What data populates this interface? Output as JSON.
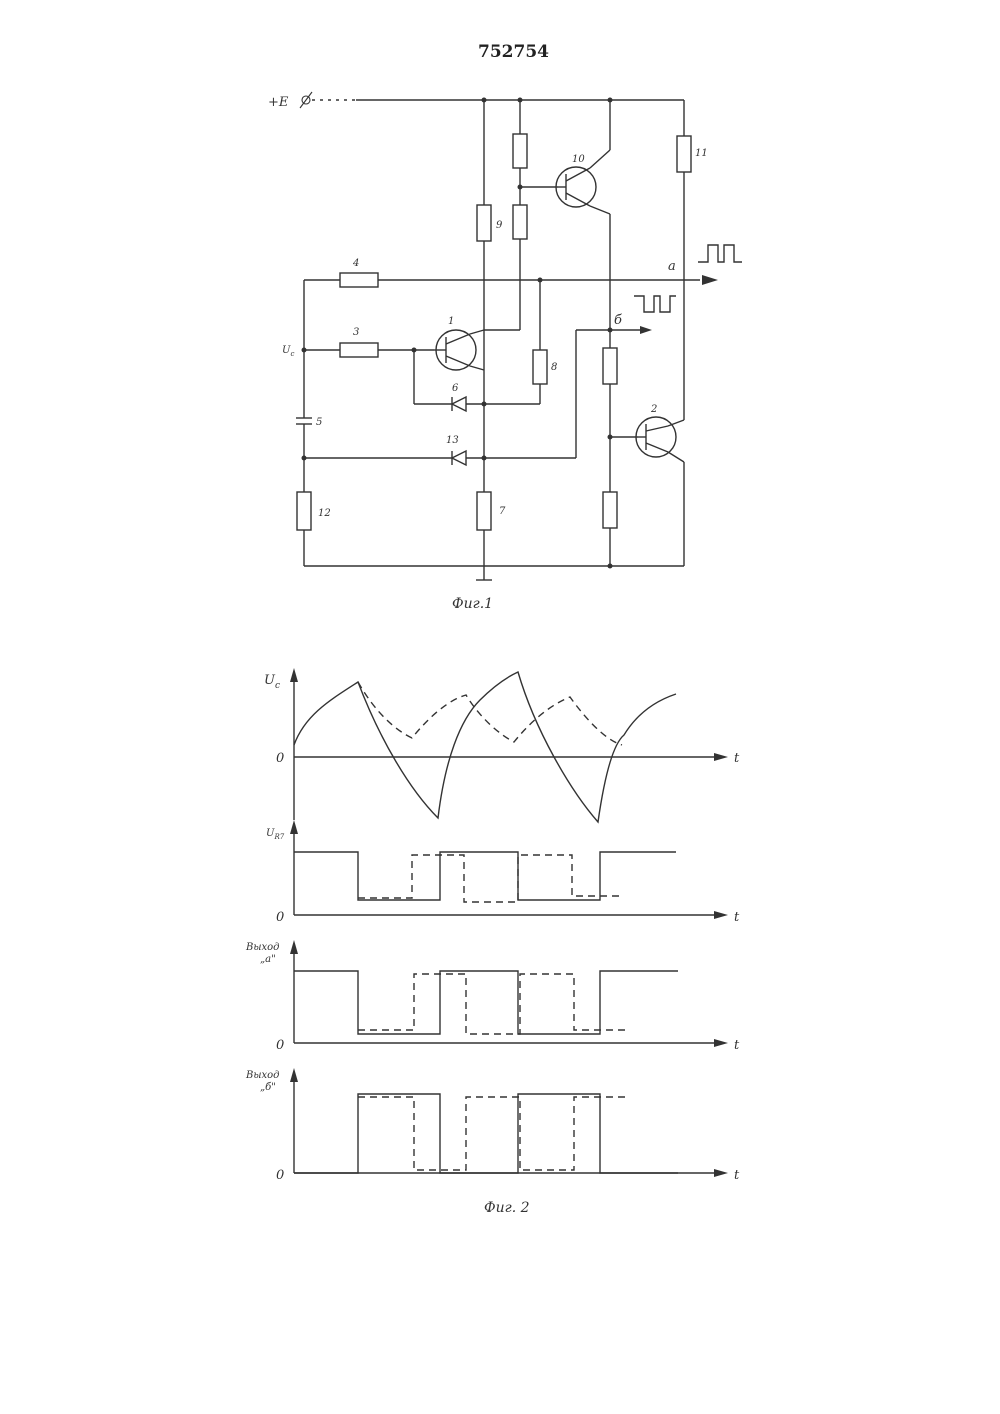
{
  "patent_number": "752754",
  "circuit": {
    "supply_label": "+E",
    "input_label": "U_c",
    "output_a_label": "a",
    "output_b_label": "б",
    "components": [
      "1",
      "2",
      "3",
      "4",
      "5",
      "6",
      "7",
      "8",
      "9",
      "10",
      "11",
      "12",
      "13"
    ]
  },
  "fig1_caption": "Фиг.1",
  "fig2_caption": "Фиг. 2",
  "timing": {
    "panels": [
      {
        "ylabel_main": "U",
        "ylabel_sub": "c",
        "zero": "0",
        "xlabel": "t"
      },
      {
        "ylabel_main": "U",
        "ylabel_sub": "R7",
        "zero": "0",
        "xlabel": "t"
      },
      {
        "ylabel_main": "Выход",
        "ylabel_sub": "„a\"",
        "zero": "0",
        "xlabel": "t"
      },
      {
        "ylabel_main": "Выход",
        "ylabel_sub": "„б\"",
        "zero": "0",
        "xlabel": "t"
      }
    ]
  }
}
